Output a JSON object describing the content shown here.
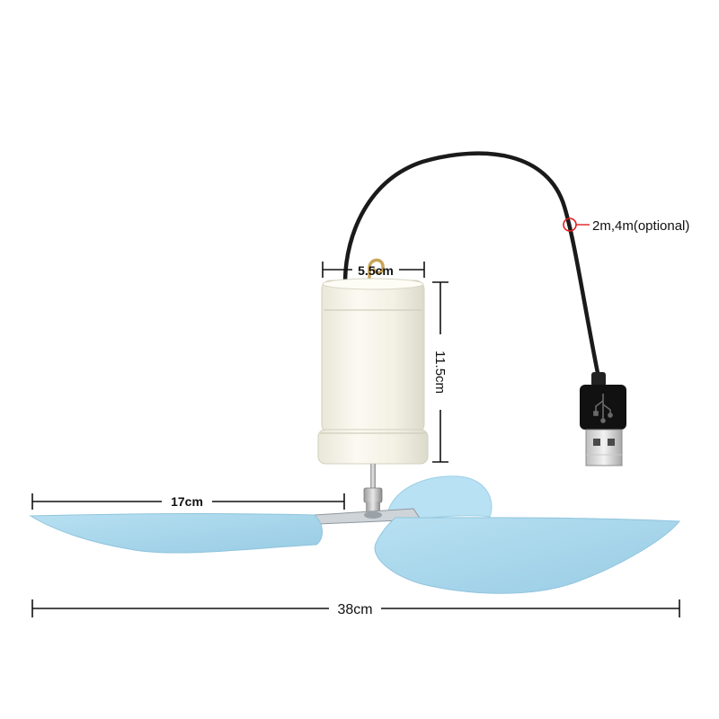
{
  "dimensions": {
    "top_width": "5.5cm",
    "height": "11.5cm",
    "blade_length": "17cm",
    "total_span": "38cm",
    "cable_length": "2m,4m(optional)"
  },
  "colors": {
    "blade": "#a9d8ee",
    "blade_edge": "#8fc4dd",
    "body": "#f7f6ec",
    "cable": "#1a1a1a",
    "hook": "#c9a55a",
    "marker": "#e02020",
    "dimension_line": "#111111"
  },
  "icons": {
    "usb_symbol": "usb-icon"
  }
}
